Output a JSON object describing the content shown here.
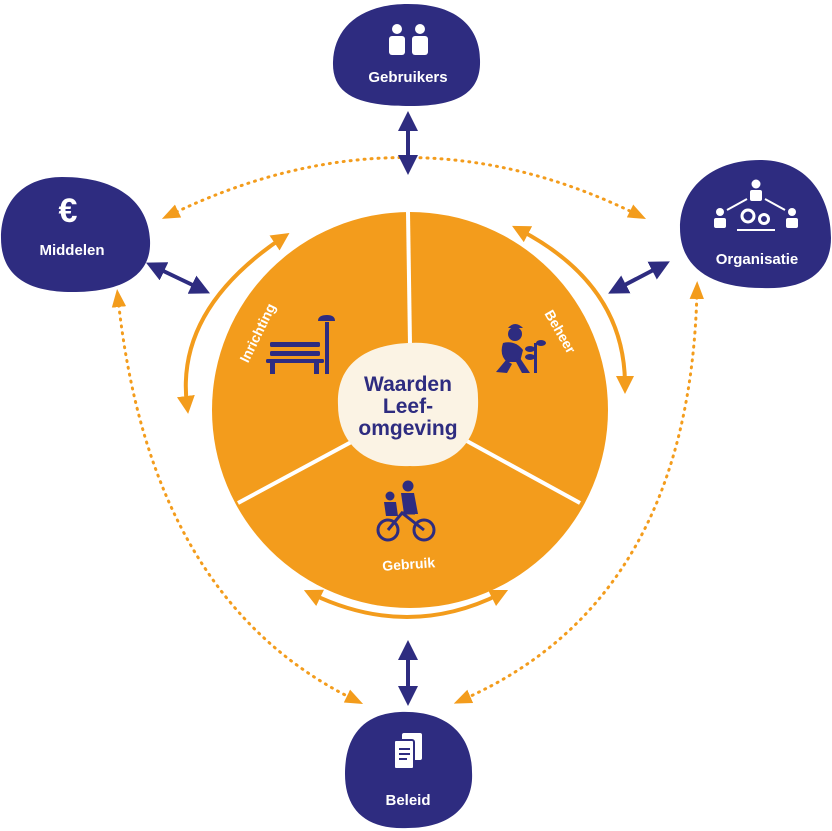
{
  "colors": {
    "navy": "#2e2c80",
    "orange": "#f39c1c",
    "cream": "#fbf3e4",
    "white": "#ffffff"
  },
  "center": {
    "line1": "Waarden",
    "line2": "Leef-",
    "line3": "omgeving"
  },
  "segments": {
    "inrichting": {
      "label": "Inrichting",
      "icon": "bench-streetlight-icon"
    },
    "beheer": {
      "label": "Beheer",
      "icon": "gardener-planting-icon"
    },
    "gebruik": {
      "label": "Gebruik",
      "icon": "cyclist-with-child-icon"
    }
  },
  "nodes": {
    "gebruikers": {
      "label": "Gebruikers",
      "icon": "users-icon"
    },
    "middelen": {
      "label": "Middelen",
      "icon": "euro-icon"
    },
    "organisatie": {
      "label": "Organisatie",
      "icon": "organisation-gears-icon"
    },
    "beleid": {
      "label": "Beleid",
      "icon": "documents-icon"
    }
  }
}
